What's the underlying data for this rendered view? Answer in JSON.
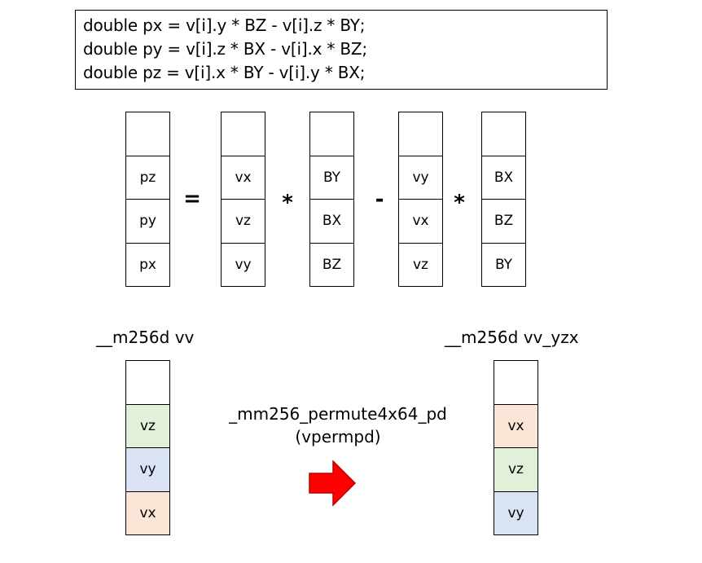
{
  "code_lines": [
    "double px = v[i].y * BZ - v[i].z * BY;",
    "double py = v[i].z * BX - v[i].x * BZ;",
    "double pz = v[i].x * BY - v[i].y * BX;"
  ],
  "equation": {
    "result": [
      "",
      "pz",
      "py",
      "px"
    ],
    "operand1": [
      "",
      "vx",
      "vz",
      "vy"
    ],
    "operand2": [
      "",
      "BY",
      "BX",
      "BZ"
    ],
    "operand3": [
      "",
      "vy",
      "vx",
      "vz"
    ],
    "operand4": [
      "",
      "BX",
      "BZ",
      "BY"
    ],
    "equals": "=",
    "mul": "*",
    "minus": "-"
  },
  "permute": {
    "source_label": "__m256d vv",
    "dest_label": "__m256d vv_yzx",
    "function_name": "_mm256_permute4x64_pd",
    "instruction": "(vpermpd)",
    "source_cells": [
      "",
      "vz",
      "vy",
      "vx"
    ],
    "dest_cells": [
      "",
      "vx",
      "vz",
      "vy"
    ]
  },
  "colors": {
    "vx": "#fbe5d6",
    "vy": "#dae3f3",
    "vz": "#e2f0d9",
    "arrow_fill": "#ff0000",
    "arrow_stroke": "#c00000"
  }
}
